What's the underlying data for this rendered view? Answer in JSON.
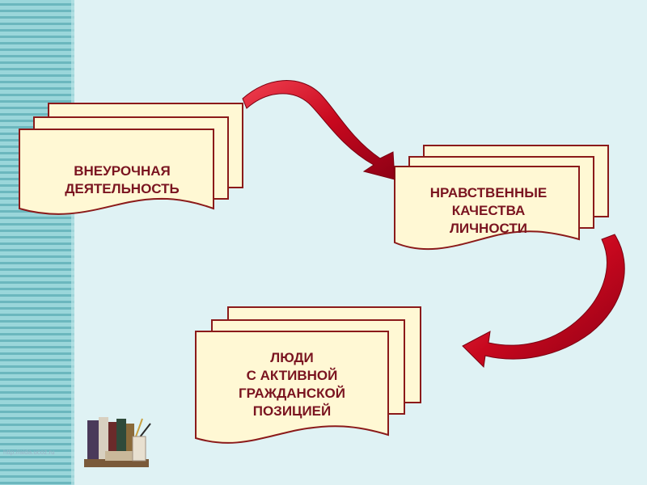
{
  "nodes": [
    {
      "id": "extracurricular",
      "lines": [
        "ВНЕУРОЧНАЯ",
        "ДЕЯТЕЛЬНОСТЬ"
      ]
    },
    {
      "id": "moral-qualities",
      "lines": [
        "НРАВСТВЕННЫЕ",
        "КАЧЕСТВА",
        "ЛИЧНОСТИ"
      ]
    },
    {
      "id": "active-citizens",
      "lines": [
        "ЛЮДИ",
        "С АКТИВНОЙ",
        "ГРАЖДАНСКОЙ",
        "ПОЗИЦИЕЙ"
      ]
    }
  ],
  "edges": [
    {
      "from": "extracurricular",
      "to": "moral-qualities"
    },
    {
      "from": "moral-qualities",
      "to": "active-citizens"
    }
  ],
  "watermark": "http://aida.ucoz.ru",
  "colors": {
    "background": "#dff2f4",
    "sidebar_stripe": "#7fc4c9",
    "card_fill": "#fff8d4",
    "card_border": "#8b1a1a",
    "arrow_fill": "#d3102a",
    "text": "#7a1420"
  },
  "decorations": [
    "books-icon"
  ]
}
